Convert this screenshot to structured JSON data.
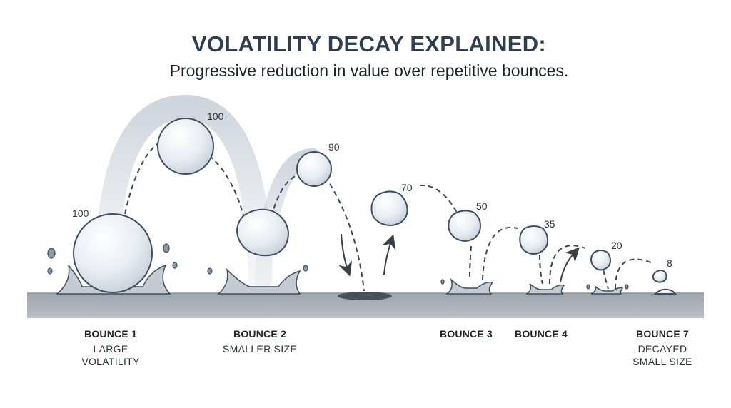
{
  "title": "VOLATILITY DECAY EXPLAINED:",
  "subtitle": "Progressive reduction in value over repetitive bounces.",
  "values": {
    "v1": "100",
    "v2": "100",
    "v3": "90",
    "v4": "70",
    "v5": "50",
    "v6": "35",
    "v7": "20",
    "v8": "8"
  },
  "bounces": [
    {
      "title": "BOUNCE 1",
      "desc_line1": "LARGE",
      "desc_line2": "VOLATILITY"
    },
    {
      "title": "BOUNCE 2",
      "desc_line1": "SMALLER SIZE"
    },
    {
      "title": "BOUNCE 3"
    },
    {
      "title": "BOUNCE 4"
    },
    {
      "title": "BOUNCE 7",
      "desc_line1": "DECAYED",
      "desc_line2": "SMALL SIZE"
    }
  ],
  "colors": {
    "ground": "#aab0b6",
    "ball_fill": "#eef2f6",
    "ball_stroke": "#3e4e60",
    "trail": "#c4ccd6",
    "title": "#2e3e50"
  }
}
